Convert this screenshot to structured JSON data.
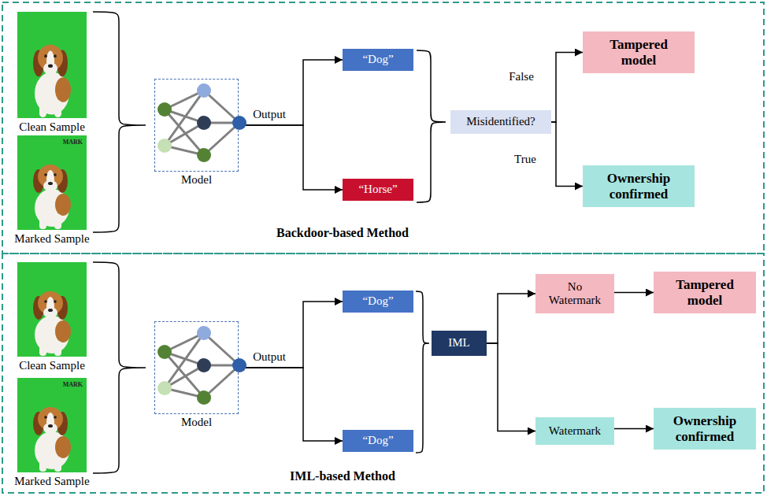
{
  "diagram": {
    "nodes": [
      {
        "text": [
          "Clean Sample"
        ]
      },
      {
        "text": [
          "MARK",
          "Marked Sample"
        ]
      },
      {
        "text": [
          "Model"
        ]
      },
      {
        "text": [
          "“Dog”"
        ]
      },
      {
        "text": [
          "“Horse”"
        ]
      },
      {
        "text": [
          "Misidentified?"
        ]
      },
      {
        "text": [
          "Tampered model"
        ]
      },
      {
        "text": [
          "Ownership confirmed"
        ]
      },
      {
        "text": [
          "Clean Sample"
        ]
      },
      {
        "text": [
          "MARK",
          "Marked Sample"
        ]
      },
      {
        "text": [
          "Model"
        ]
      },
      {
        "text": [
          "“Dog”"
        ]
      },
      {
        "text": [
          "“Dog”"
        ]
      },
      {
        "text": [
          "IML"
        ]
      },
      {
        "text": [
          "No Watermark"
        ]
      },
      {
        "text": [
          "Tampered model"
        ]
      },
      {
        "text": [
          "Watermark"
        ]
      },
      {
        "text": [
          "Ownership confirmed"
        ]
      }
    ],
    "edges": [
      {
        "from": 2,
        "to": 3,
        "label": "Output",
        "arrow": "to"
      },
      {
        "from": 2,
        "to": 4,
        "arrow": "to"
      },
      {
        "from": 5,
        "to": 6,
        "label": "False",
        "arrow": "to"
      },
      {
        "from": 5,
        "to": 7,
        "label": "True",
        "arrow": "to"
      },
      {
        "from": 10,
        "to": 11,
        "label": "Output",
        "arrow": "to"
      },
      {
        "from": 10,
        "to": 12,
        "arrow": "to"
      },
      {
        "from": 13,
        "to": 14,
        "arrow": "to"
      },
      {
        "from": 13,
        "to": 16,
        "arrow": "to"
      },
      {
        "from": 14,
        "to": 15,
        "arrow": "to"
      },
      {
        "from": 16,
        "to": 17,
        "arrow": "to"
      }
    ],
    "labels": [
      "Backdoor-based Method",
      "IML-based Method"
    ]
  }
}
